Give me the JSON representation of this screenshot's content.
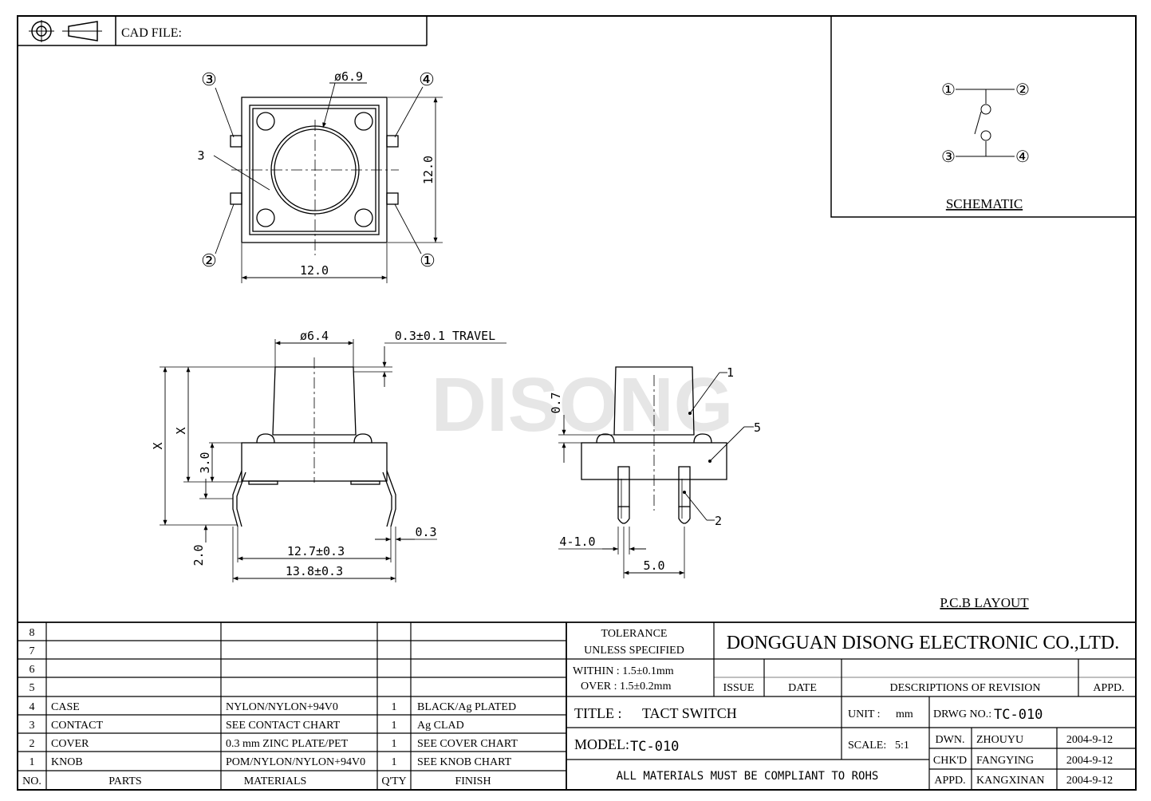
{
  "header": {
    "cad_file_label": "CAD FILE:"
  },
  "watermark": "DISONG",
  "schematic": {
    "title": "SCHEMATIC",
    "pins": [
      "①",
      "②",
      "③",
      "④"
    ]
  },
  "top_view": {
    "dim_button": "ø6.9",
    "dim_height": "12.0",
    "dim_width": "12.0",
    "pin_labels": [
      "③",
      "④",
      "②",
      "①"
    ],
    "part_ref": "3"
  },
  "front_view": {
    "dim_button": "ø6.4",
    "travel": "0.3±0.1 TRAVEL",
    "dim_x_outer": "X",
    "dim_x_inner": "X",
    "dim_body": "3.0",
    "dim_pin_extra": "2.0",
    "dim_pin_thick": "0.3",
    "dim_pitch_inner": "12.7±0.3",
    "dim_pitch_outer": "13.8±0.3"
  },
  "side_view": {
    "dim_gap": "0.7",
    "dim_pin_width": "4-1.0",
    "dim_pitch": "5.0",
    "refs": [
      "1",
      "5",
      "2"
    ]
  },
  "pcb_layout": "P.C.B LAYOUT",
  "parts_table": {
    "headers": {
      "no": "NO.",
      "parts": "PARTS",
      "materials": "MATERIALS",
      "qty": "Q'TY",
      "finish": "FINISH"
    },
    "rows": [
      {
        "no": "8",
        "parts": "",
        "materials": "",
        "qty": "",
        "finish": ""
      },
      {
        "no": "7",
        "parts": "",
        "materials": "",
        "qty": "",
        "finish": ""
      },
      {
        "no": "6",
        "parts": "",
        "materials": "",
        "qty": "",
        "finish": ""
      },
      {
        "no": "5",
        "parts": "",
        "materials": "",
        "qty": "",
        "finish": ""
      },
      {
        "no": "4",
        "parts": "CASE",
        "materials": "NYLON/NYLON+94V0",
        "qty": "1",
        "finish": "BLACK/Ag PLATED"
      },
      {
        "no": "3",
        "parts": "CONTACT",
        "materials": "SEE CONTACT CHART",
        "qty": "1",
        "finish": "Ag CLAD"
      },
      {
        "no": "2",
        "parts": "COVER",
        "materials": "0.3 mm ZINC PLATE/PET",
        "qty": "1",
        "finish": "SEE COVER CHART"
      },
      {
        "no": "1",
        "parts": "KNOB",
        "materials": "POM/NYLON/NYLON+94V0",
        "qty": "1",
        "finish": "SEE KNOB CHART"
      }
    ]
  },
  "title_block": {
    "tolerance_line1": "TOLERANCE",
    "tolerance_line2": "UNLESS SPECIFIED",
    "within": "WITHIN : 1.5±0.1mm",
    "over": "OVER : 1.5±0.2mm",
    "company": "DONGGUAN DISONG ELECTRONIC CO.,LTD.",
    "issue": "ISSUE",
    "date": "DATE",
    "descriptions": "DESCRIPTIONS OF REVISION",
    "appd": "APPD.",
    "title_label": "TITLE :",
    "title_value": "TACT SWITCH",
    "unit_label": "UNIT :",
    "unit_value": "mm",
    "drwg_label": "DRWG NO.:",
    "drwg_value": "TC-010",
    "model_label": "MODEL:",
    "model_value": "TC-010",
    "scale_label": "SCALE:",
    "scale_value": "5:1",
    "compliance": "ALL MATERIALS MUST BE COMPLIANT TO ROHS",
    "signoffs": [
      {
        "role": "DWN.",
        "name": "ZHOUYU",
        "date": "2004-9-12"
      },
      {
        "role": "CHK'D",
        "name": "FANGYING",
        "date": "2004-9-12"
      },
      {
        "role": "APPD.",
        "name": "KANGXINAN",
        "date": "2004-9-12"
      }
    ]
  }
}
